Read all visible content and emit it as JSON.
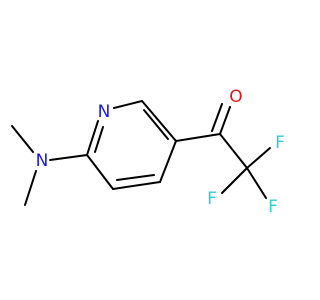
{
  "molecule": {
    "atoms": {
      "ring_n": {
        "symbol": "N",
        "color": "#1a1adb"
      },
      "amine_n": {
        "symbol": "N",
        "color": "#1a1adb"
      },
      "carbonyl_o": {
        "symbol": "O",
        "color": "#e8141e"
      },
      "f_top": {
        "symbol": "F",
        "color": "#33cccc"
      },
      "f_left": {
        "symbol": "F",
        "color": "#33cccc"
      },
      "f_bottom": {
        "symbol": "F",
        "color": "#33cccc"
      }
    },
    "colors": {
      "bond": "#000000",
      "nitrogen": "#1a1adb",
      "oxygen": "#e8141e",
      "fluorine": "#33cccc"
    }
  }
}
